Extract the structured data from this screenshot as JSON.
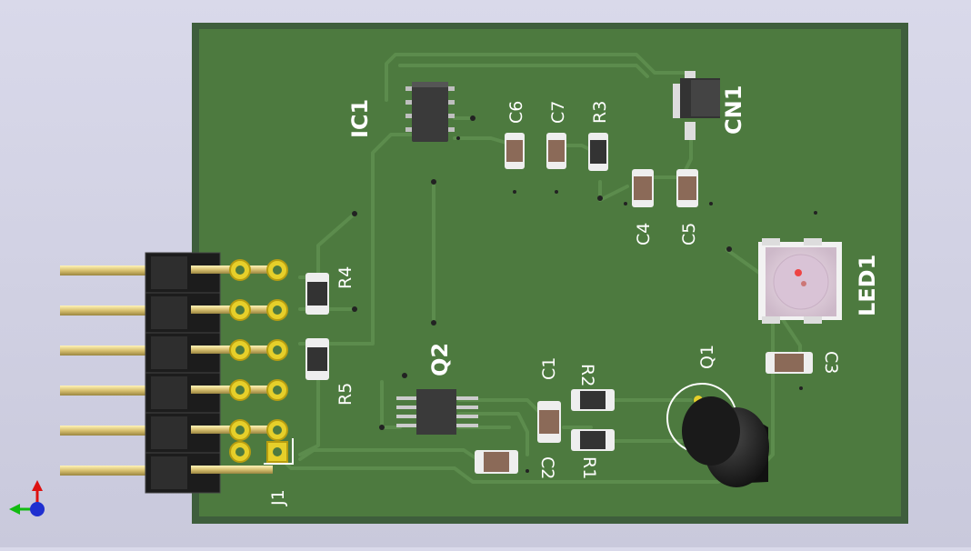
{
  "board": {
    "labels": {
      "ic1": "IC1",
      "c6": "C6",
      "c7": "C7",
      "r3": "R3",
      "cn1": "CN1",
      "c4": "C4",
      "c5": "C5",
      "led1": "LED1",
      "r4": "R4",
      "r5": "R5",
      "q2": "Q2",
      "c1": "C1",
      "r2": "R2",
      "q1": "Q1",
      "c3": "C3",
      "c2": "C2",
      "r1": "R1",
      "j1": "J1"
    }
  },
  "colors": {
    "background": "#d4d4e6",
    "board_edge": "#3e5e3c",
    "board": "#4d7a3f",
    "trace": "#5a8a4c",
    "silkscreen": "#ffffff",
    "pad_gold": "#e6cf2a",
    "header_pin": "#d9c46e",
    "ic_body": "#3a3a3a"
  },
  "axes_icon": "xyz-axes-icon"
}
